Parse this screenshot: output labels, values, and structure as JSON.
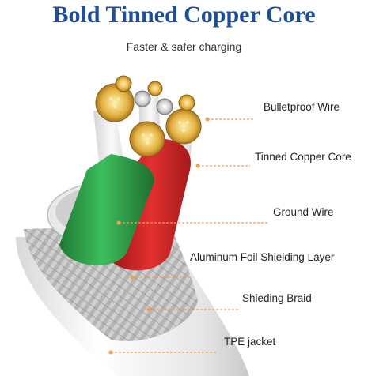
{
  "header": {
    "title": "Bold Tinned Copper Core",
    "subtitle": "Faster & safer charging"
  },
  "callouts": [
    {
      "label": "Bulletproof Wire"
    },
    {
      "label": "Tinned Copper Core"
    },
    {
      "label": "Ground Wire"
    },
    {
      "label": "Aluminum Foil Shielding Layer"
    },
    {
      "label": "Shieding Braid"
    },
    {
      "label": "TPE jacket"
    }
  ],
  "colors": {
    "title": "#1f4f99",
    "leader_line": "#f0a050",
    "green_wire": "#2ea04a",
    "red_wire": "#d62828",
    "copper": "#e6b84a",
    "jacket": "#f2f2f2"
  }
}
